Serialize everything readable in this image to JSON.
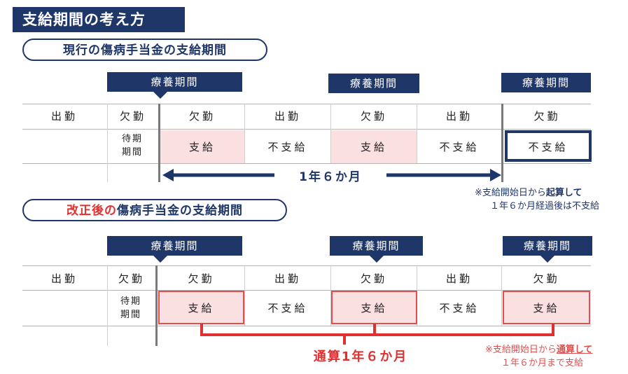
{
  "title": "支給期間の考え方",
  "current": {
    "heading": "現行の傷病手当金の支給期間",
    "periods": [
      "療養期間",
      "療養期間",
      "療養期間"
    ],
    "work": [
      "出勤",
      "欠勤",
      "欠勤",
      "出勤",
      "欠勤",
      "出勤",
      "欠勤"
    ],
    "waiting": "待期期間",
    "pay": [
      "支給",
      "不支給",
      "支給",
      "不支給",
      "不支給"
    ],
    "span": "1年６か月",
    "note_pre": "※支給開始日から",
    "note_bold": "起算して",
    "note_line2": "１年６か月経過後は不支給"
  },
  "revised": {
    "heading_red": "改正後の",
    "heading_rest": "傷病手当金の支給期間",
    "periods": [
      "療養期間",
      "療養期間",
      "療養期間"
    ],
    "work": [
      "出勤",
      "欠勤",
      "欠勤",
      "出勤",
      "欠勤",
      "出勤",
      "欠勤"
    ],
    "waiting": "待期期間",
    "pay": [
      "支給",
      "不支給",
      "支給",
      "不支給",
      "支給"
    ],
    "span": "通算1年６か月",
    "note_pre": "※支給開始日から",
    "note_bold": "通算して",
    "note_line2": "１年６か月まで支給"
  },
  "colors": {
    "navy": "#1f3768",
    "red": "#e03030",
    "pink": "#fbe0e2"
  }
}
